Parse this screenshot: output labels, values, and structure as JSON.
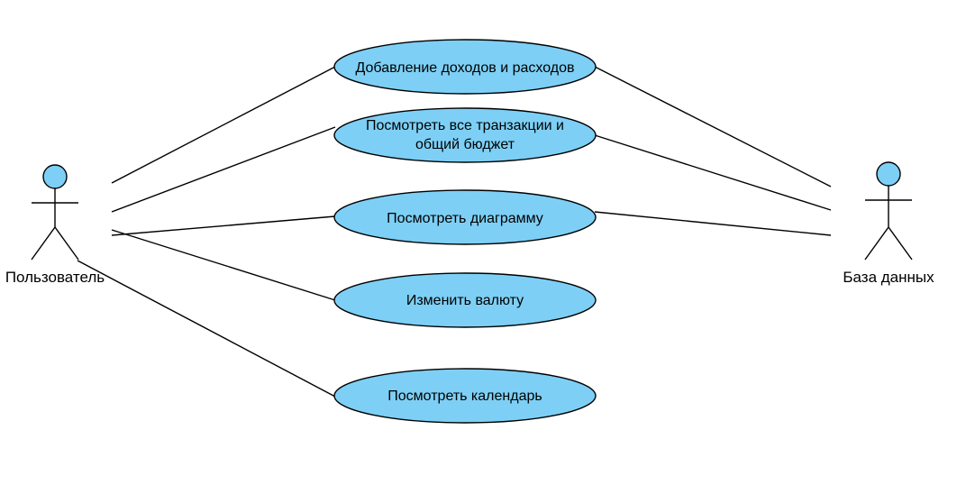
{
  "diagram": {
    "actors": {
      "user": {
        "label": "Пользователь"
      },
      "database": {
        "label": "База данных"
      }
    },
    "use_cases": [
      {
        "id": "add_income_expense",
        "label": "Добавление доходов и расходов"
      },
      {
        "id": "view_transactions",
        "label": "Посмотреть все транзакции и общий бюджет"
      },
      {
        "id": "view_chart",
        "label": "Посмотреть диаграмму"
      },
      {
        "id": "change_currency",
        "label": "Изменить валюту"
      },
      {
        "id": "view_calendar",
        "label": "Посмотреть календарь"
      }
    ],
    "associations": [
      {
        "from": "user",
        "to": "add_income_expense"
      },
      {
        "from": "user",
        "to": "view_transactions"
      },
      {
        "from": "user",
        "to": "view_chart"
      },
      {
        "from": "user",
        "to": "change_currency"
      },
      {
        "from": "user",
        "to": "view_calendar"
      },
      {
        "from": "database",
        "to": "add_income_expense"
      },
      {
        "from": "database",
        "to": "view_transactions"
      },
      {
        "from": "database",
        "to": "view_chart"
      }
    ],
    "colors": {
      "use_case_fill": "#7dcff5",
      "actor_head_fill": "#7dcff5",
      "stroke": "#000000"
    }
  }
}
